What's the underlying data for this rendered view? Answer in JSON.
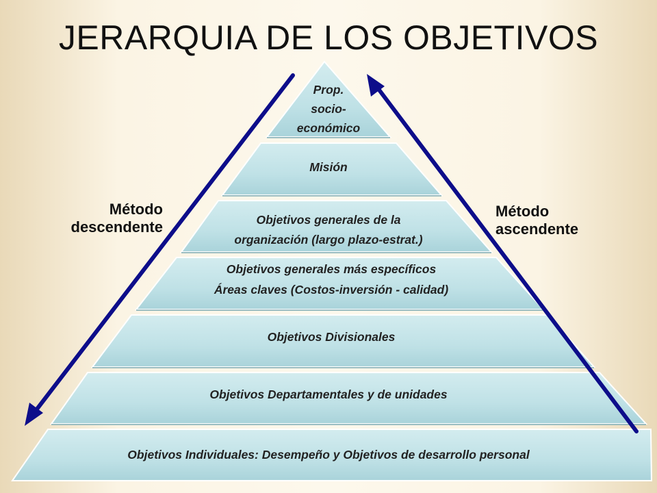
{
  "title": "JERARQUIA DE LOS OBJETIVOS",
  "levels": [
    {
      "lines": [
        "Prop.",
        "socio-",
        "económico"
      ]
    },
    {
      "lines": [
        "Misión"
      ]
    },
    {
      "lines": [
        "Objetivos generales de la",
        "organización (largo plazo-estrat.)"
      ]
    },
    {
      "lines": [
        "Objetivos generales más específicos",
        "Áreas claves (Costos-inversión - calidad)"
      ]
    },
    {
      "lines": [
        "Objetivos Divisionales"
      ]
    },
    {
      "lines": [
        "Objetivos Departamentales y de unidades"
      ]
    },
    {
      "lines": [
        "Objetivos Individuales: Desempeño y Objetivos de desarrollo personal"
      ]
    }
  ],
  "left_label": {
    "line1": "Método",
    "line2": "descendente"
  },
  "right_label": {
    "line1": "Método",
    "line2": "ascendente"
  },
  "colors": {
    "band_fill": "#bfe1e6",
    "arrow": "#0d0d8a"
  }
}
